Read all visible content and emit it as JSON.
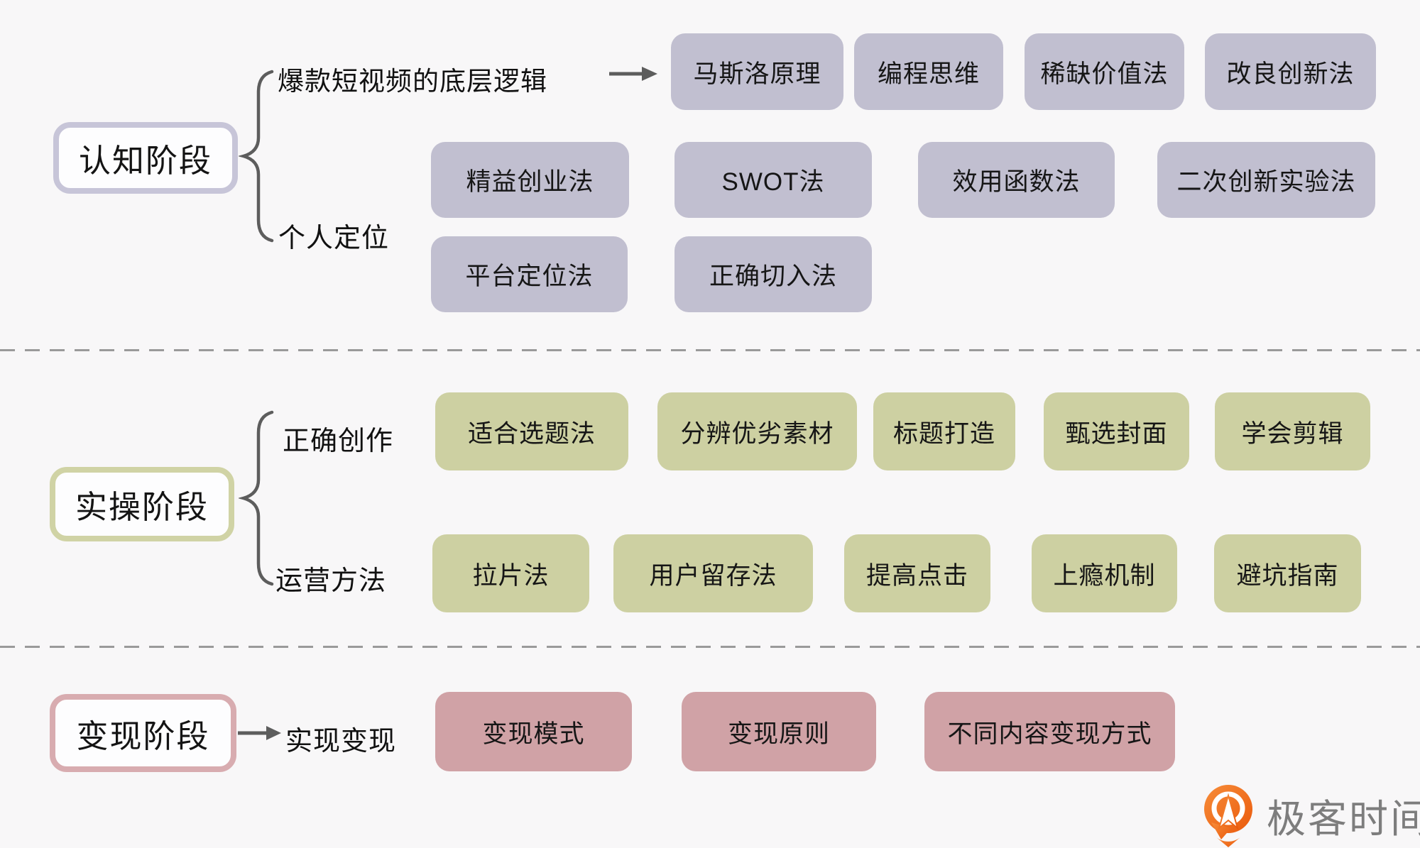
{
  "canvas": {
    "background": "#f8f7f8",
    "divider_color": "#9a9a9a",
    "connector_color": "#5d5d5d"
  },
  "stages": [
    {
      "label": "认知阶段",
      "theme": {
        "border": "#c7c5d8",
        "node_fill": "#c1bfd0"
      },
      "branches": [
        {
          "label": "爆款短视频的底层逻辑",
          "connector": "arrow",
          "items": [
            "马斯洛原理",
            "编程思维",
            "稀缺价值法",
            "改良创新法"
          ]
        },
        {
          "label": "个人定位",
          "connector": "none",
          "items": [
            "精益创业法",
            "SWOT法",
            "效用函数法",
            "二次创新实验法",
            "平台定位法",
            "正确切入法"
          ]
        }
      ]
    },
    {
      "label": "实操阶段",
      "theme": {
        "border": "#d0d3a5",
        "node_fill": "#cdd0a2"
      },
      "branches": [
        {
          "label": "正确创作",
          "connector": "none",
          "items": [
            "适合选题法",
            "分辨优劣素材",
            "标题打造",
            "甄选封面",
            "学会剪辑"
          ]
        },
        {
          "label": "运营方法",
          "connector": "none",
          "items": [
            "拉片法",
            "用户留存法",
            "提高点击",
            "上瘾机制",
            "避坑指南"
          ]
        }
      ]
    },
    {
      "label": "变现阶段",
      "theme": {
        "border": "#d8acb0",
        "node_fill": "#d0a2a6"
      },
      "branches": [
        {
          "label": "实现变现",
          "connector": "arrow",
          "items": [
            "变现模式",
            "变现原则",
            "不同内容变现方式"
          ]
        }
      ]
    }
  ],
  "watermark": {
    "brand": "极客时间",
    "logo_color": "#ee6a1d",
    "text_color": "#7d7d7d"
  }
}
